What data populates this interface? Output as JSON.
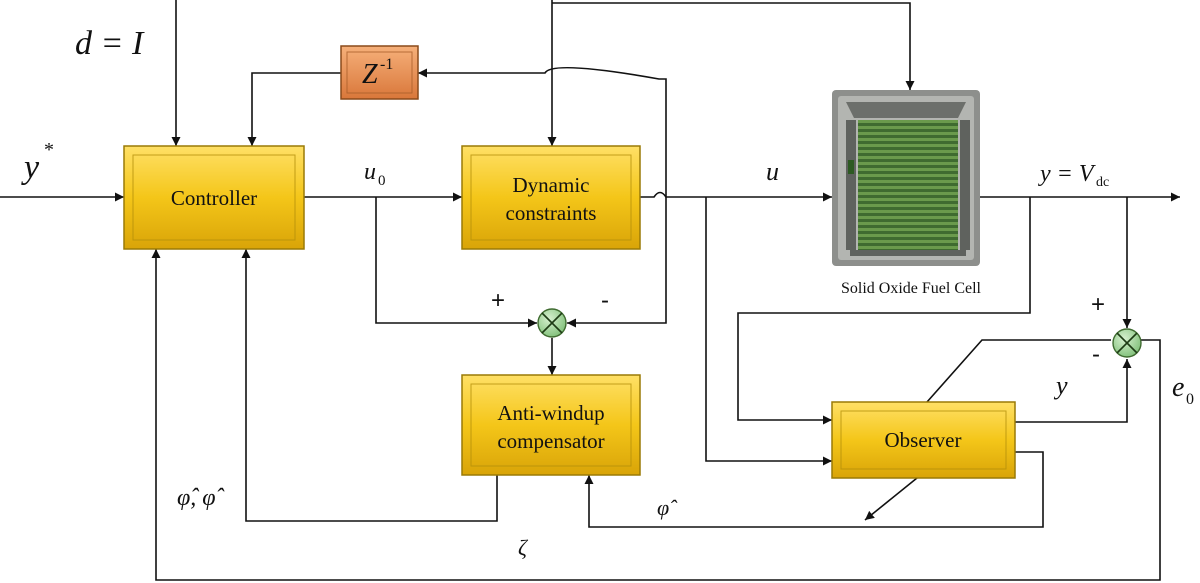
{
  "blocks": {
    "controller": "Controller",
    "dynamic_line1": "Dynamic",
    "dynamic_line2": "constraints",
    "delay": "Z",
    "delay_exp": "-1",
    "antiwindup_line1": "Anti-windup",
    "antiwindup_line2": "compensator",
    "observer": "Observer",
    "fuel_cell_caption": "Solid Oxide Fuel Cell"
  },
  "signals": {
    "disturbance": "d = I",
    "reference": "y",
    "reference_sup": "*",
    "u0": "u",
    "u0_sub": "0",
    "u": "u",
    "output": "y = V",
    "output_sub": "dc",
    "y_est": "y",
    "e0": "e",
    "e0_sub": "0",
    "phi_pair": "φ̂, φ̂",
    "zeta": "ζ",
    "phi_hat": "φ̂"
  },
  "signs": {
    "sum1_plus": "+",
    "sum1_minus": "-",
    "sum2_plus": "+",
    "sum2_minus": "-"
  },
  "colors": {
    "block_fill": "#f2c418",
    "block_border": "#9a7a06",
    "delay_fill": "#e8894a",
    "sum_fill": "#9fd49a",
    "fuel_cell_green": "#4d7a3a"
  }
}
